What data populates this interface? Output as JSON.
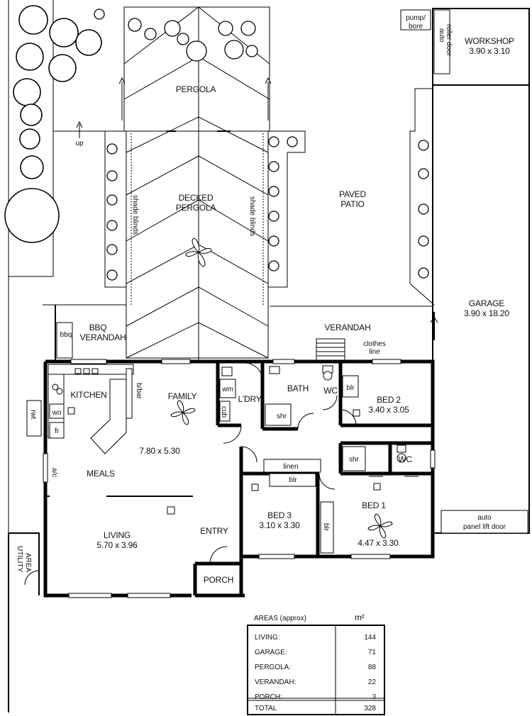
{
  "rooms": {
    "pergola": "PERGOLA",
    "up": "up",
    "decked_1": "DECKED",
    "decked_2": "PERGOLA",
    "shade_left": "shade blinds",
    "shade_right": "shade blinds",
    "paved_1": "PAVED",
    "paved_2": "PATIO",
    "pump_1": "pump/",
    "pump_2": "bore",
    "auto_roller": "auto",
    "roller_door": "roller door",
    "workshop": "WORKSHOP",
    "workshop_dim": "3.90 x 3.10",
    "garage": "GARAGE",
    "garage_dim": "3.90 x 18.20",
    "bbq_1": "BBQ",
    "bbq_2": "VERANDAH",
    "bbq_small": "bbq",
    "verandah": "VERANDAH",
    "clothes_1": "clothes",
    "clothes_2": "line",
    "kitchen": "KITCHEN",
    "wo": "wo",
    "fr": "fr",
    "rwt": "rwt",
    "bbar": "b/bar",
    "family": "FAMILY",
    "family_dim": "7.80 x 5.30",
    "wm": "wm",
    "cub": "cub",
    "ldry": "L'DRY",
    "bath": "BATH",
    "shr1": "shr",
    "wc1": "WC",
    "blr1": "blr",
    "bed2": "BED 2",
    "bed2_dim": "3.40 x 3.05",
    "meals": "MEALS",
    "ac": "a/c",
    "linen": "linen",
    "blr2": "blr",
    "shr2": "shr",
    "wc2": "WC",
    "bed3": "BED 3",
    "bed3_dim": "3.10 x 3.30",
    "bed1": "BED 1",
    "bed1_dim": "4.47 x 3.30",
    "blr3": "blr",
    "living": "LIVING",
    "living_dim": "5.70 x 3.96",
    "entry": "ENTRY",
    "porch": "PORCH",
    "utility_1": "UTILITY",
    "utility_2": "AREA",
    "auto_panel_1": "auto",
    "auto_panel_2": "panel lift door"
  },
  "areas": {
    "title": "AREAS (approx)",
    "unit": "m²",
    "rows": [
      {
        "label": "LIVING:",
        "value": "144"
      },
      {
        "label": "GARAGE:",
        "value": "71"
      },
      {
        "label": "PERGOLA:",
        "value": "88"
      },
      {
        "label": "VERANDAH:",
        "value": "22"
      },
      {
        "label": "PORCH:",
        "value": "3"
      }
    ],
    "total_label": "TOTAL",
    "total_value": "328"
  }
}
